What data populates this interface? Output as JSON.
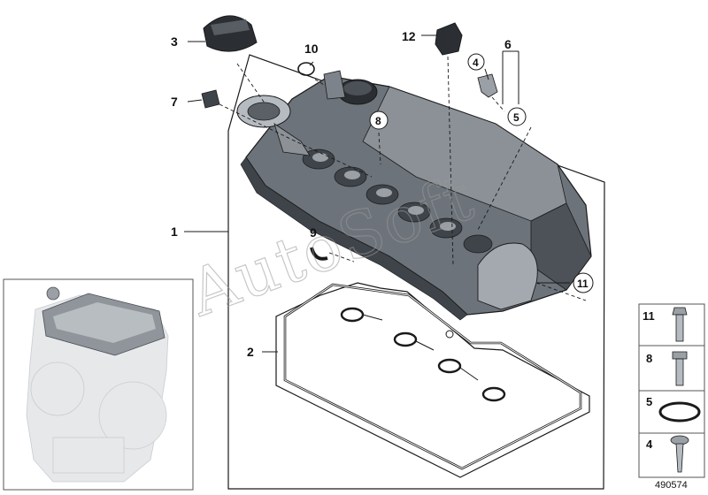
{
  "diagram": {
    "callouts": {
      "c1": "1",
      "c2": "2",
      "c3": "3",
      "c4": "4",
      "c5": "5",
      "c6": "6",
      "c7": "7",
      "c8": "8",
      "c9": "9",
      "c10": "10",
      "c11": "11",
      "c12": "12"
    },
    "legend": {
      "items": [
        "11",
        "8",
        "5",
        "4"
      ]
    },
    "diagram_id": "490574",
    "watermark": "AutoSoft"
  },
  "colors": {
    "line": "#1a1a1a",
    "body": "#6d737a",
    "body_dark": "#3f444a",
    "body_light": "#a9afb5",
    "engine_ghost": "#e3e5e7"
  }
}
